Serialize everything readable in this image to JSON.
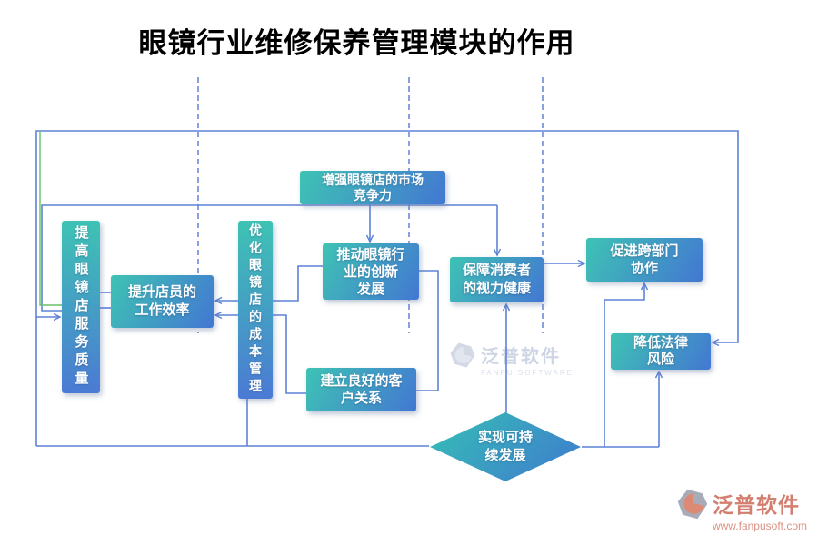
{
  "title": "眼镜行业维修保养管理模块的作用",
  "nodes": {
    "improve_service_quality": {
      "label": "提高眼镜店服务质量"
    },
    "staff_efficiency": {
      "label": "提升店员的\n工作效率"
    },
    "cost_management": {
      "label": "优化眼镜店的成本管理"
    },
    "market_competitiveness": {
      "label": "增强眼镜店的市场\n竞争力"
    },
    "industry_innovation": {
      "label": "推动眼镜行\n业的创新\n发展"
    },
    "customer_relations": {
      "label": "建立良好的客\n户关系"
    },
    "vision_health": {
      "label": "保障消费者\n的视力健康"
    },
    "cross_department_collaboration": {
      "label": "促进跨部门\n协作"
    },
    "legal_risk_reduction": {
      "label": "降低法律\n风险"
    },
    "sustainable_development": {
      "label": "实现可持\n续发展"
    }
  },
  "watermark": {
    "name": "泛普软件",
    "subtitle": "FANPU SOFTWARE"
  },
  "footer": {
    "brand": "泛普软件",
    "website": "www.fanpusoft.com"
  },
  "colors": {
    "node_teal": "#3ec3b4",
    "node_blue": "#4377d2",
    "connector_blue": "#5e82d8",
    "dashed_blue": "#6e8ada",
    "green_line": "#69c06c",
    "brand_salmon": "#d27f70",
    "title_black": "#000000"
  }
}
